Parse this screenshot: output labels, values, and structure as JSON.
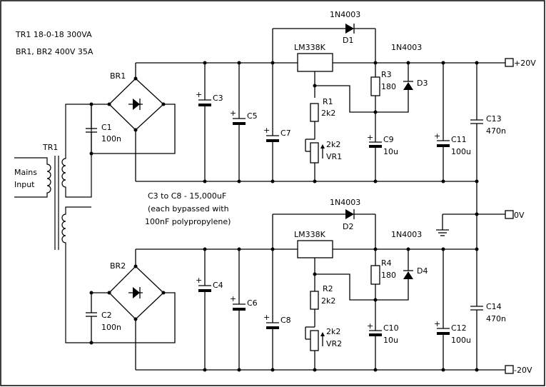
{
  "notes": {
    "tr1": "TR1  18-0-18 300VA",
    "br": "BR1, BR2  400V 35A",
    "caps_line1": "C3 to C8 - 15,000uF",
    "caps_line2": "(each bypassed with",
    "caps_line3": "100nF polypropylene)"
  },
  "transformer": {
    "ref": "TR1",
    "mains_line1": "Mains",
    "mains_line2": "Input"
  },
  "positive": {
    "bridge": "BR1",
    "c1_ref": "C1",
    "c1_val": "100n",
    "c3": "C3",
    "c5": "C5",
    "c7": "C7",
    "reg": "LM338K",
    "d1_part": "1N4003",
    "d1_ref": "D1",
    "d3_part": "1N4003",
    "d3_ref": "D3",
    "r3_ref": "R3",
    "r3_val": "180",
    "r1_ref": "R1",
    "r1_val": "2k2",
    "vr1_val": "2k2",
    "vr1_ref": "VR1",
    "c9_ref": "C9",
    "c9_val": "10u",
    "c11_ref": "C11",
    "c11_val": "100u",
    "c13_ref": "C13",
    "c13_val": "470n",
    "out": "+20V"
  },
  "ground": {
    "out": "0V"
  },
  "negative": {
    "bridge": "BR2",
    "c2_ref": "C2",
    "c2_val": "100n",
    "c4": "C4",
    "c6": "C6",
    "c8": "C8",
    "reg": "LM338K",
    "d2_part": "1N4003",
    "d2_ref": "D2",
    "d4_part": "1N4003",
    "d4_ref": "D4",
    "r4_ref": "R4",
    "r4_val": "180",
    "r2_ref": "R2",
    "r2_val": "2k2",
    "vr2_val": "2k2",
    "vr2_ref": "VR2",
    "c10_ref": "C10",
    "c10_val": "10u",
    "c12_ref": "C12",
    "c12_val": "100u",
    "c14_ref": "C14",
    "c14_val": "470n",
    "out": "-20V"
  }
}
